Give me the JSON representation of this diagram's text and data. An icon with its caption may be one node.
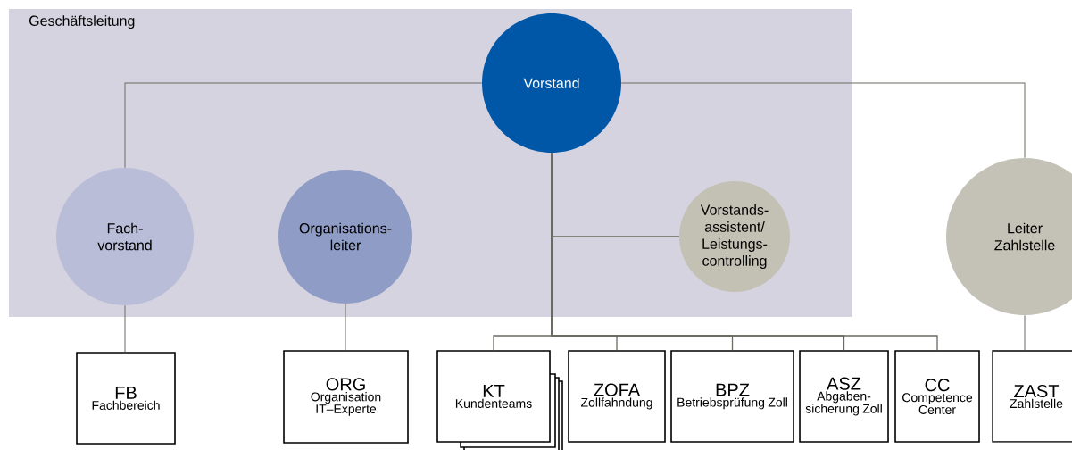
{
  "diagram": {
    "nodes": [
      {
        "text": [
          "Geschäftsleitung"
        ]
      },
      {
        "text": [
          "Vorstand"
        ],
        "in": 0
      },
      {
        "text": [
          "Fach- vorstand"
        ],
        "in": 0
      },
      {
        "text": [
          "Organisations- leiter"
        ],
        "in": 0
      },
      {
        "text": [
          "Vorstands- assistent/ Leistungs- controlling"
        ],
        "in": 0
      },
      {
        "text": [
          "Leiter Zahlstelle"
        ]
      },
      {
        "text": [
          "FB",
          "Fachbereich"
        ]
      },
      {
        "text": [
          "ORG",
          "Organisation IT–Experte"
        ]
      },
      {
        "text": [
          "KT",
          "Kundenteams"
        ]
      },
      {
        "text": [
          "ZOFA",
          "Zollfahndung"
        ]
      },
      {
        "text": [
          "BPZ",
          "Betriebsprüfung Zoll"
        ]
      },
      {
        "text": [
          "ASZ",
          "Abgaben- sicherung Zoll"
        ]
      },
      {
        "text": [
          "CC",
          "Competence Center"
        ]
      },
      {
        "text": [
          "ZAST",
          "Zahlstelle"
        ]
      }
    ],
    "edges": [
      {
        "from": 1,
        "to": 2,
        "arrow": "none"
      },
      {
        "from": 1,
        "to": 5,
        "arrow": "none"
      },
      {
        "from": 1,
        "to": 4,
        "arrow": "none"
      },
      {
        "from": 2,
        "to": 6,
        "arrow": "none"
      },
      {
        "from": 3,
        "to": 7,
        "arrow": "none"
      },
      {
        "from": 1,
        "to": 8,
        "arrow": "none"
      },
      {
        "from": 1,
        "to": 9,
        "arrow": "none"
      },
      {
        "from": 1,
        "to": 10,
        "arrow": "none"
      },
      {
        "from": 1,
        "to": 11,
        "arrow": "none"
      },
      {
        "from": 1,
        "to": 12,
        "arrow": "none"
      },
      {
        "from": 5,
        "to": 13,
        "arrow": "none"
      }
    ]
  }
}
